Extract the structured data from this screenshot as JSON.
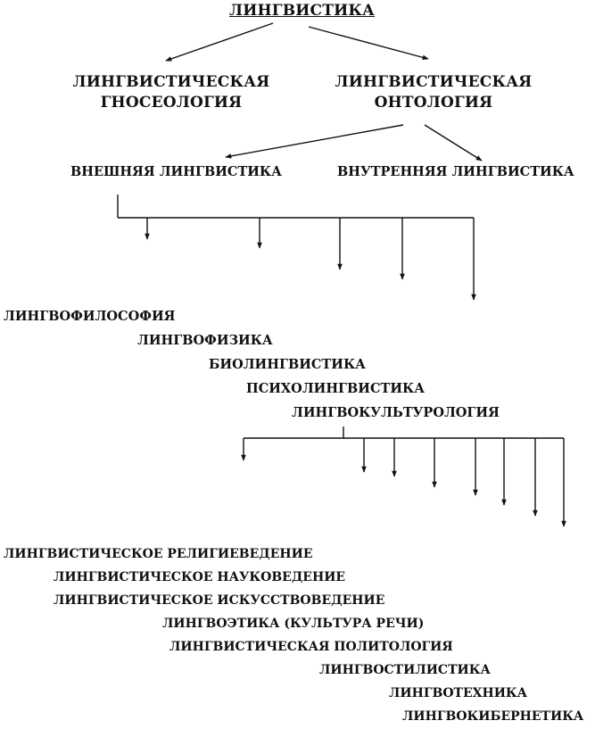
{
  "root": {
    "label": "ЛИНГВИСТИКА"
  },
  "level1": [
    {
      "line1": "ЛИНГВИСТИЧЕСКАЯ",
      "line2": "ГНОСЕОЛОГИЯ"
    },
    {
      "line1": "ЛИНГВИСТИЧЕСКАЯ",
      "line2": "ОНТОЛОГИЯ"
    }
  ],
  "level2": [
    {
      "label": "ВНЕШНЯЯ ЛИНГВИСТИКА"
    },
    {
      "label": "ВНУТРЕННЯЯ ЛИНГВИСТИКА"
    }
  ],
  "group1": [
    "ЛИНГВОФИЛОСОФИЯ",
    "ЛИНГВОФИЗИКА",
    "БИОЛИНГВИСТИКА",
    "ПСИХОЛИНГВИСТИКА",
    "ЛИНГВОКУЛЬТУРОЛОГИЯ"
  ],
  "group2": [
    "ЛИНГВИСТИЧЕСКОЕ РЕЛИГИЕВЕДЕНИЕ",
    "ЛИНГВИСТИЧЕСКОЕ НАУКОВЕДЕНИЕ",
    "ЛИНГВИСТИЧЕСКОЕ ИСКУССТВОВЕДЕНИЕ",
    "ЛИНГВОЭТИКА (КУЛЬТУРА РЕЧИ)",
    "ЛИНГВИСТИЧЕСКАЯ ПОЛИТОЛОГИЯ",
    "ЛИНГВОСТИЛИСТИКА",
    "ЛИНГВОТЕХНИКА",
    "ЛИНГВОКИБЕРНЕТИКА"
  ]
}
